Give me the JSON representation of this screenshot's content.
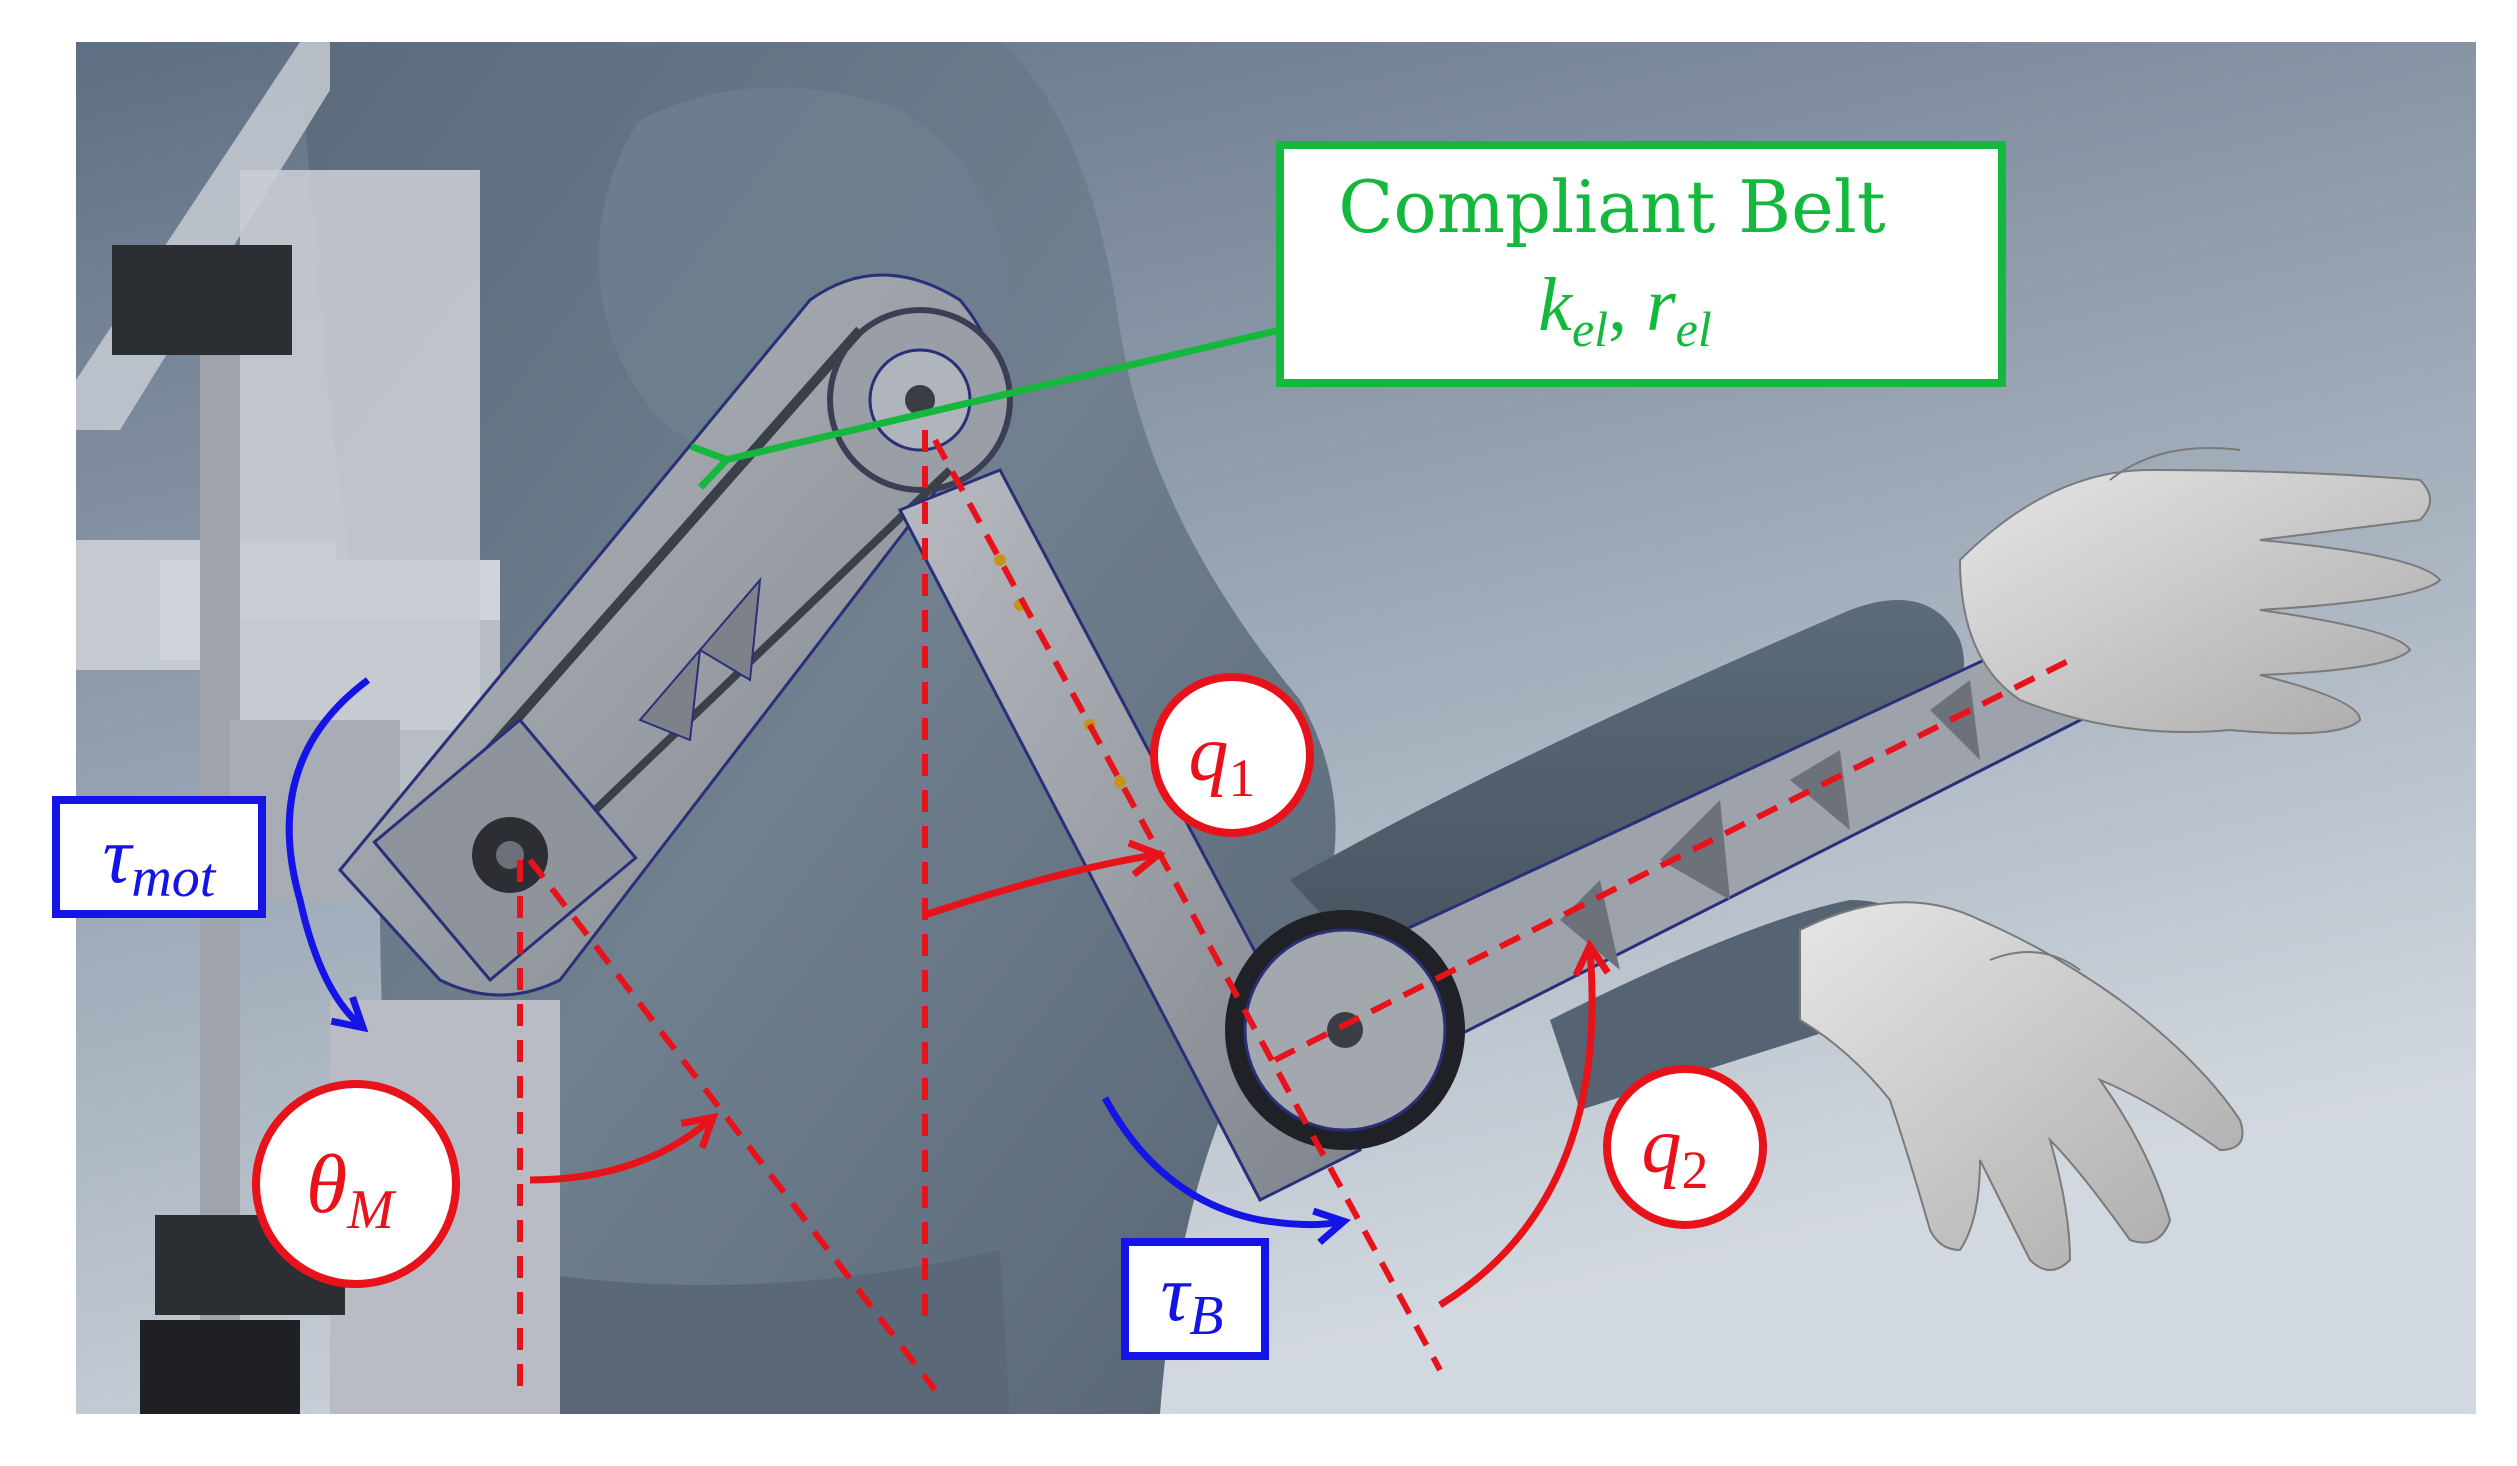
{
  "diagram": {
    "belt_label": {
      "title": "Compliant Belt",
      "k_main": "k",
      "k_sub": "el",
      "separator": ", ",
      "r_main": "r",
      "r_sub": "el"
    },
    "q1": {
      "main": "q",
      "sub": "1"
    },
    "q2": {
      "main": "q",
      "sub": "2"
    },
    "theta_m": {
      "main": "θ",
      "sub": "M"
    },
    "tau_mot": {
      "main": "τ",
      "sub": "mot"
    },
    "tau_b": {
      "main": "τ",
      "sub": "B"
    }
  },
  "colors": {
    "angle_red": "#e8121a",
    "torque_blue": "#1414e6",
    "belt_green": "#14b83c",
    "background_top": "#5f6f83",
    "background_bottom": "#c9d1da",
    "body_shell": "#6b7c8c",
    "metal_part": "#9a9ea6"
  }
}
